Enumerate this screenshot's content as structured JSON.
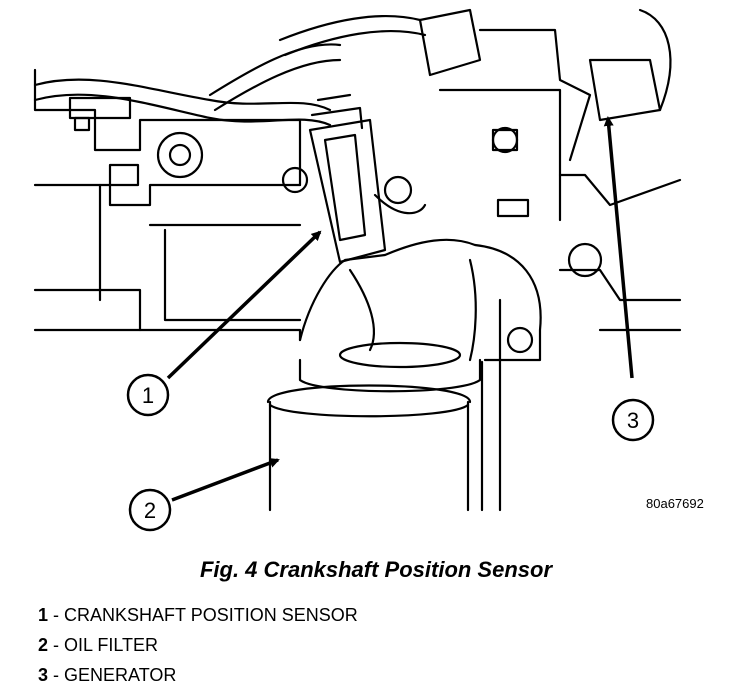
{
  "figure": {
    "reference_code": "80a67692",
    "callouts": [
      "1",
      "2",
      "3"
    ]
  },
  "caption": "Fig. 4 Crankshaft Position Sensor",
  "legend": [
    {
      "num": "1",
      "sep": " - ",
      "text": "CRANKSHAFT POSITION SENSOR"
    },
    {
      "num": "2",
      "sep": " - ",
      "text": "OIL FILTER"
    },
    {
      "num": "3",
      "sep": " - ",
      "text": "GENERATOR"
    }
  ]
}
